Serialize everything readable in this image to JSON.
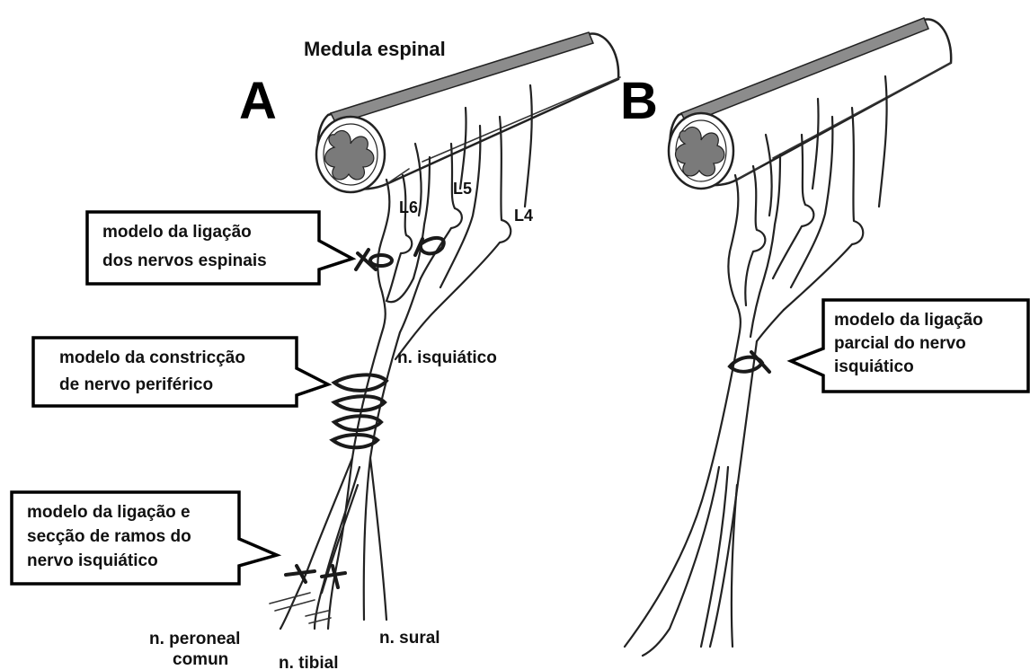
{
  "panels": {
    "a": {
      "letter": "A"
    },
    "b": {
      "letter": "B"
    }
  },
  "labels": {
    "spinal_cord": "Medula espinal",
    "l6": "L6",
    "l5": "L5",
    "l4": "L4",
    "sciatic": "n. isquiático",
    "peroneal_line1": "n. peroneal",
    "peroneal_line2": "comun",
    "tibial": "n. tibial",
    "sural": "n. sural"
  },
  "callouts": {
    "spinal_nerve_ligation": {
      "line1": "modelo da ligação",
      "line2": "dos nervos espinais"
    },
    "constriction": {
      "line1": "modelo da constricção",
      "line2": "de nervo periférico"
    },
    "branch_ligation": {
      "line1": "modelo da ligação e",
      "line2": "secção de ramos do",
      "line3": "nervo isquiático"
    },
    "partial_ligation": {
      "line1": "modelo da ligação",
      "line2": "parcial do nervo",
      "line3": "isquiático"
    }
  },
  "colors": {
    "ink": "#1a1a1a",
    "cord_top": "#8c8c8c",
    "gray_matter": "#7a7a7a",
    "background": "#ffffff"
  }
}
